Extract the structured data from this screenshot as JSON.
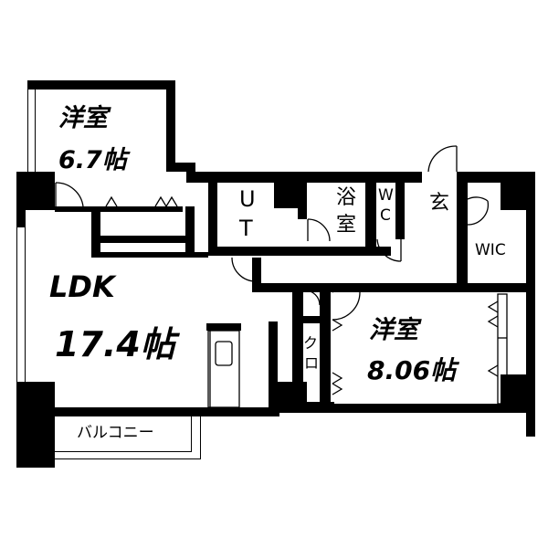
{
  "floor_plan": {
    "type": "apartment-layout",
    "rooms": [
      {
        "id": "western-room-1",
        "name": "洋室",
        "size": "6.7帖"
      },
      {
        "id": "ldk",
        "name": "LDK",
        "size": "17.4帖"
      },
      {
        "id": "western-room-2",
        "name": "洋室",
        "size": "8.06帖"
      },
      {
        "id": "utility",
        "name_line1": "U",
        "name_line2": "T"
      },
      {
        "id": "bathroom",
        "name_line1": "浴",
        "name_line2": "室"
      },
      {
        "id": "toilet",
        "name_line1": "W",
        "name_line2": "C"
      },
      {
        "id": "entrance",
        "name": "玄"
      },
      {
        "id": "walk-in-closet",
        "name": "WIC"
      },
      {
        "id": "closet",
        "name_line1": "ク",
        "name_line2": "ロ"
      },
      {
        "id": "balcony",
        "name": "バルコニー"
      }
    ],
    "colors": {
      "wall": "#000000",
      "background": "#ffffff"
    }
  }
}
